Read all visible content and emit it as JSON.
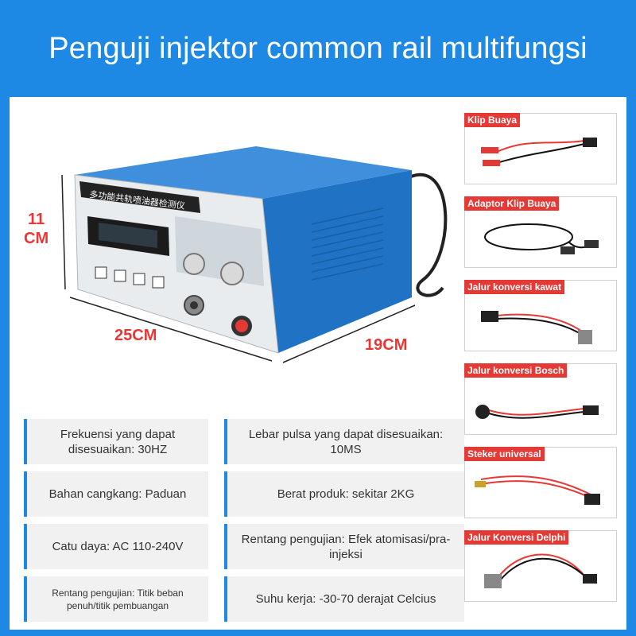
{
  "title": "Penguji injektor common rail multifungsi",
  "device": {
    "panel_title": "多功能共轨喷油器检测仪",
    "dimensions": {
      "height": "11\nCM",
      "width": "25CM",
      "depth": "19CM"
    }
  },
  "specs": [
    "Frekuensi yang dapat disesuaikan: 30HZ",
    "Lebar pulsa yang dapat disesuaikan: 10MS",
    "Bahan cangkang: Paduan",
    "Berat produk: sekitar 2KG",
    "Catu daya: AC 110-240V",
    "Rentang pengujian: Efek atomisasi/pra-injeksi",
    "Rentang pengujian: Titik beban penuh/titik pembuangan",
    "Suhu kerja: -30-70 derajat Celcius"
  ],
  "accessories": [
    {
      "label": "Klip Buaya"
    },
    {
      "label": "Adaptor Klip Buaya"
    },
    {
      "label": "Jalur konversi kawat"
    },
    {
      "label": "Jalur konversi Bosch"
    },
    {
      "label": "Steker universal"
    },
    {
      "label": "Jalur Konversi Delphi"
    }
  ],
  "colors": {
    "brand_blue": "#1e88e5",
    "accent_red": "#e53935"
  }
}
